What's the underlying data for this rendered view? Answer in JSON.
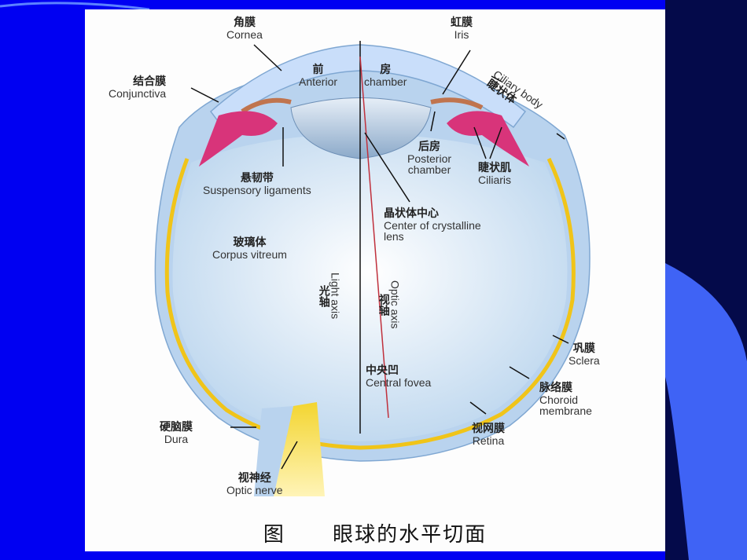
{
  "labels": {
    "cornea": {
      "zh": "角膜",
      "en": "Cornea"
    },
    "iris": {
      "zh": "虹膜",
      "en": "Iris"
    },
    "conjunctiva": {
      "zh": "结合膜",
      "en": "Conjunctiva"
    },
    "anterior_chamber": {
      "zh_1": "前",
      "zh_2": "房",
      "en_1": "Anterior",
      "en_2": "chamber"
    },
    "ciliary_body": {
      "en": "Ciliary body",
      "zh": "睫状体"
    },
    "posterior_chamber": {
      "zh": "后房",
      "en_1": "Posterior",
      "en_2": "chamber"
    },
    "ciliaris": {
      "zh": "睫状肌",
      "en": "Ciliaris"
    },
    "suspensory": {
      "zh": "悬韧带",
      "en": "Suspensory ligaments"
    },
    "lens_center": {
      "zh": "晶状体中心",
      "en_1": "Center of crystalline",
      "en_2": "lens"
    },
    "vitreous": {
      "zh": "玻璃体",
      "en": "Corpus vitreum"
    },
    "light_axis": {
      "zh": "光轴",
      "en": "Light axis"
    },
    "optic_axis": {
      "zh": "视轴",
      "en": "Optic axis"
    },
    "sclera": {
      "zh": "巩膜",
      "en": "Sclera"
    },
    "fovea": {
      "zh": "中央凹",
      "en": "Central fovea"
    },
    "choroid": {
      "zh": "脉络膜",
      "en_1": "Choroid",
      "en_2": "membrane"
    },
    "retina": {
      "zh": "视网膜",
      "en": "Retina"
    },
    "dura": {
      "zh": "硬脑膜",
      "en": "Dura"
    },
    "optic_nerve": {
      "zh": "视神经",
      "en": "Optic nerve"
    }
  },
  "caption": {
    "fig": "图",
    "title": "眼球的水平切面"
  },
  "colors": {
    "sclera": "#b9d3ee",
    "vitreous": "#cfe3f5",
    "choroid": "#f0c419",
    "ciliary": "#d8347a",
    "iris": "#c0744e",
    "background": "#0000f2"
  }
}
